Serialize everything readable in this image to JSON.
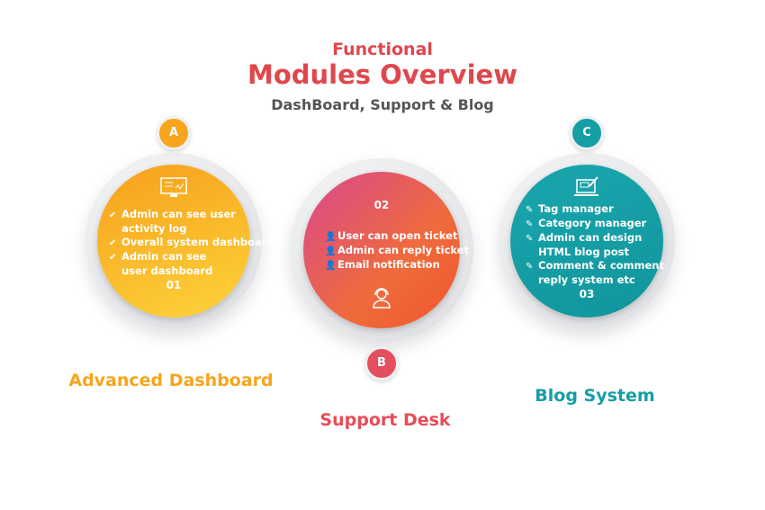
{
  "header": {
    "line1": "Functional",
    "line2": "Modules Overview",
    "subtitle": "DashBoard, Support & Blog"
  },
  "colors": {
    "red": "#e0474c",
    "orange": "#f7a51d",
    "teal": "#169ea5",
    "gray": "#555555"
  },
  "modules": [
    {
      "badge": "A",
      "number": "01",
      "title": "Advanced Dashboard",
      "icon": "monitor-dashboard-icon",
      "bullet_icon": "check-circle-icon",
      "items": [
        "Admin can see user",
        "activity log",
        "Overall system dashboard",
        "Admin can see",
        "user dashboard"
      ]
    },
    {
      "badge": "B",
      "number": "02",
      "title": "Support Desk",
      "icon": "support-agent-icon",
      "bullet_icon": "user-icon",
      "items": [
        "User can open ticket",
        "Admin can reply ticket",
        "Email notification"
      ]
    },
    {
      "badge": "C",
      "number": "03",
      "title": "Blog System",
      "icon": "laptop-blog-icon",
      "bullet_icon": "pen-icon",
      "items": [
        "Tag manager",
        "Category manager",
        "Admin can design",
        "HTML blog post",
        "Comment & comment",
        "reply system etc"
      ]
    }
  ]
}
